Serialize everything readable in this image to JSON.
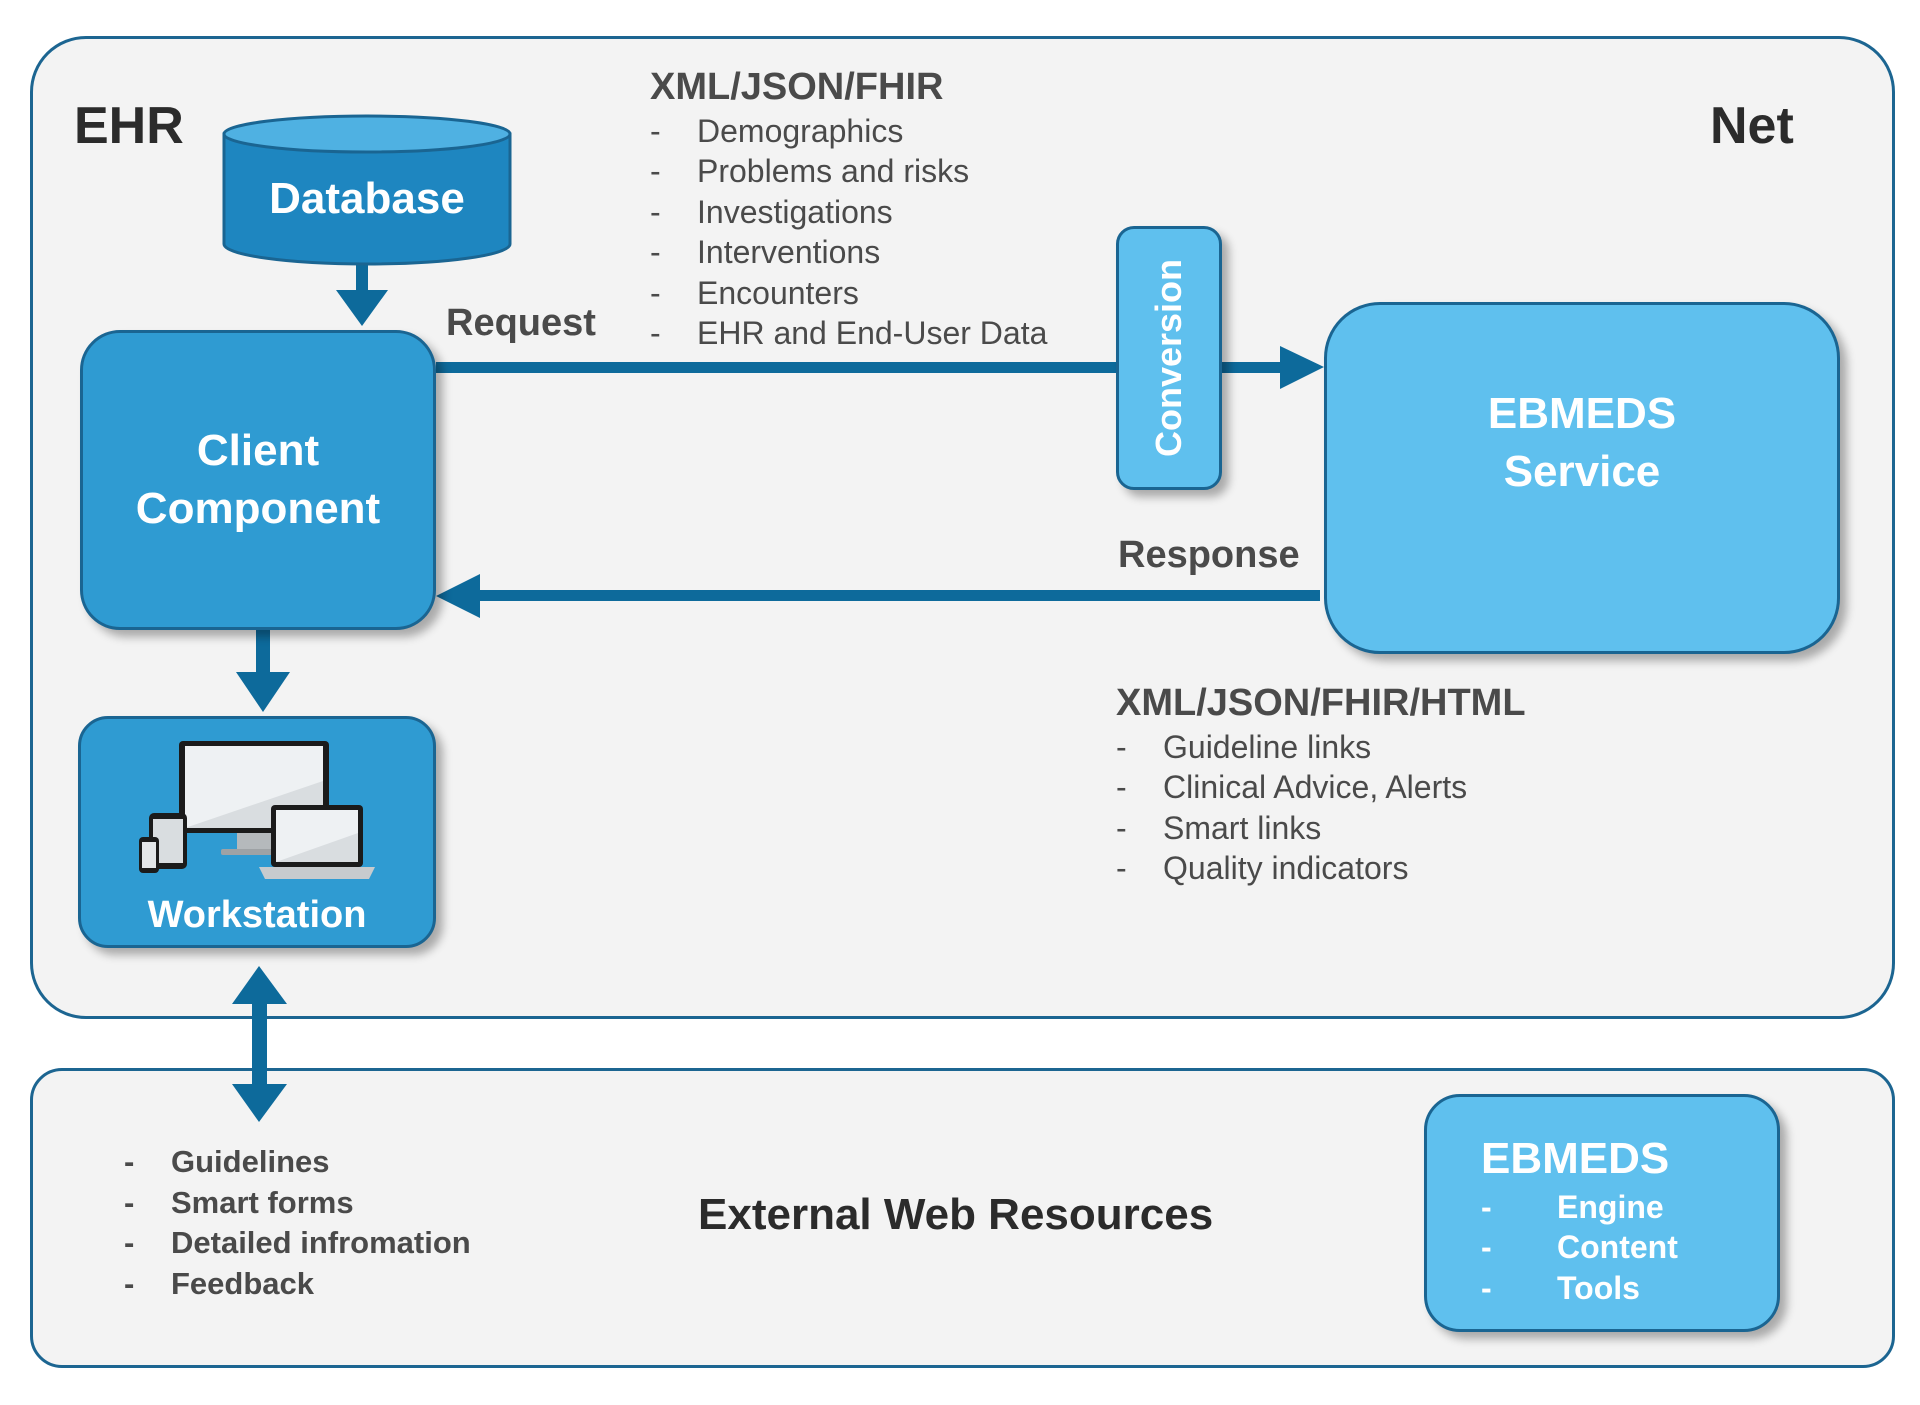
{
  "ehr_label": "EHR",
  "net_label": "Net",
  "database": {
    "label": "Database"
  },
  "client_component": {
    "line1": "Client",
    "line2": "Component"
  },
  "workstation": {
    "label": "Workstation"
  },
  "ebmeds_service": {
    "line1": "EBMEDS",
    "line2": "Service"
  },
  "conversion": {
    "label": "Conversion"
  },
  "request": {
    "label": "Request",
    "format": "XML/JSON/FHIR",
    "items": [
      "Demographics",
      "Problems and risks",
      "Investigations",
      "Interventions",
      "Encounters",
      "EHR and End-User Data"
    ]
  },
  "response": {
    "label": "Response",
    "format": "XML/JSON/FHIR/HTML",
    "items": [
      "Guideline links",
      "Clinical Advice, Alerts",
      "Smart links",
      "Quality indicators"
    ]
  },
  "external": {
    "title": "External Web Resources",
    "items": [
      "Guidelines",
      "Smart forms",
      "Detailed infromation",
      "Feedback"
    ]
  },
  "ebmeds_box": {
    "title": "EBMEDS",
    "items": [
      "Engine",
      "Content",
      "Tools"
    ]
  },
  "dash": "-",
  "colors": {
    "border": "#1c6591",
    "dark_box": "#2f9bd2",
    "light_box": "#5fc0ee",
    "arrow": "#0d6a9b",
    "panel": "#f3f3f3",
    "text": "#4a4a4a"
  }
}
